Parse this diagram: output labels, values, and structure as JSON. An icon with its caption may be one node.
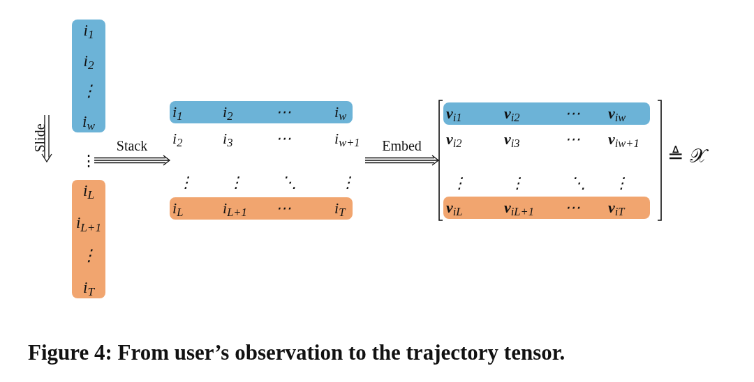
{
  "diagram": {
    "caption": "Figure 4: From user’s observation to the trajectory tensor.",
    "nodes": [
      {
        "text": [
          "i$_{1}$",
          "i$_{2}$",
          "⋮",
          "i$_{w}$"
        ]
      },
      {
        "text": [
          "⋮"
        ]
      },
      {
        "text": [
          "i$_{L}$",
          "i$_{L+1}$",
          "⋮",
          "i$_{T}$"
        ]
      },
      {
        "text": [
          "i$_{1}$",
          "i$_{2}$",
          "⋯",
          "i$_{w}$"
        ]
      },
      {
        "text": [
          "i$_{2}$",
          "i$_{3}$",
          "⋯",
          "i$_{w+1}$",
          "⋮",
          "⋮",
          "⋱",
          "⋮"
        ]
      },
      {
        "text": [
          "i$_{L}$",
          "i$_{L+1}$",
          "⋯",
          "i$_{T}$"
        ]
      },
      {
        "text": [],
        "shape": "matrix"
      },
      {
        "text": [
          "**v**$_{i}$$_{1}$",
          "**v**$_{i}$$_{2}$",
          "⋯",
          "**v**$_{i}$$_{w}$"
        ],
        "in": 6
      },
      {
        "text": [
          "**v**$_{i}$$_{2}$",
          "**v**$_{i}$$_{3}$",
          "⋯",
          "**v**$_{i}$$_{w+1}$",
          "⋮",
          "⋮",
          "⋱",
          "⋮"
        ],
        "in": 6
      },
      {
        "text": [
          "**v**$_{i}$$_{L}$",
          "**v**$_{i}$$_{L+1}$",
          "⋯",
          "**v**$_{i}$$_{T}$"
        ],
        "in": 6
      }
    ],
    "edges": [
      {
        "from": 1,
        "to": 4,
        "arrow": "to",
        "label": "Stack"
      },
      {
        "from": 4,
        "to": 6,
        "arrow": "to",
        "label": "Embed"
      }
    ],
    "labels": [
      "Slide",
      "≜ 𝒳"
    ]
  }
}
